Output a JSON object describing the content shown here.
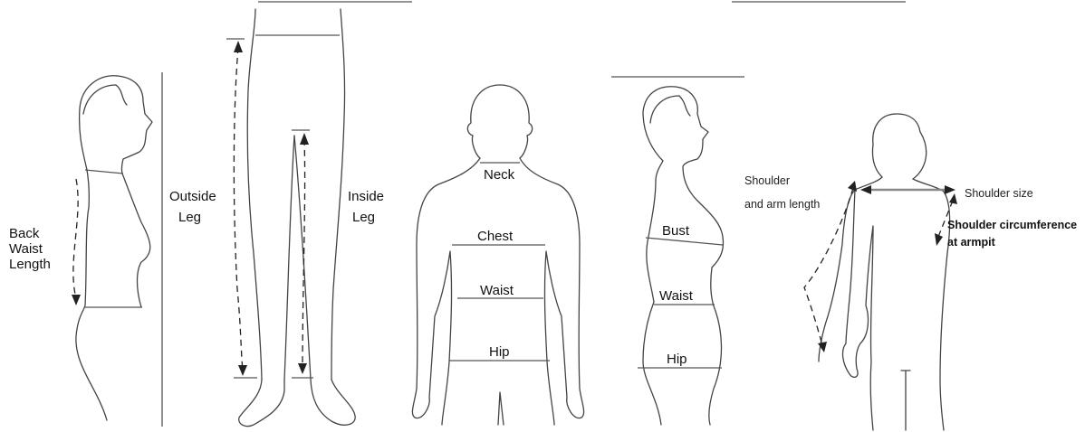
{
  "figures": {
    "back_waist": {
      "label_lines": [
        "Back",
        "Waist",
        "Length"
      ]
    },
    "legs": {
      "outside": [
        "Outside",
        "Leg"
      ],
      "inside": [
        "Inside",
        "Leg"
      ]
    },
    "front": {
      "neck": "Neck",
      "chest": "Chest",
      "waist": "Waist",
      "hip": "Hip"
    },
    "side": {
      "bust": "Bust",
      "waist": "Waist",
      "hip": "Hip"
    },
    "shoulder": {
      "arm_length": [
        "Shoulder",
        "and arm length"
      ],
      "size": "Shoulder size",
      "circumference": [
        "Shoulder circumference",
        "at armpit"
      ]
    }
  },
  "colors": {
    "outline": "#444444",
    "arrow": "#222222"
  }
}
